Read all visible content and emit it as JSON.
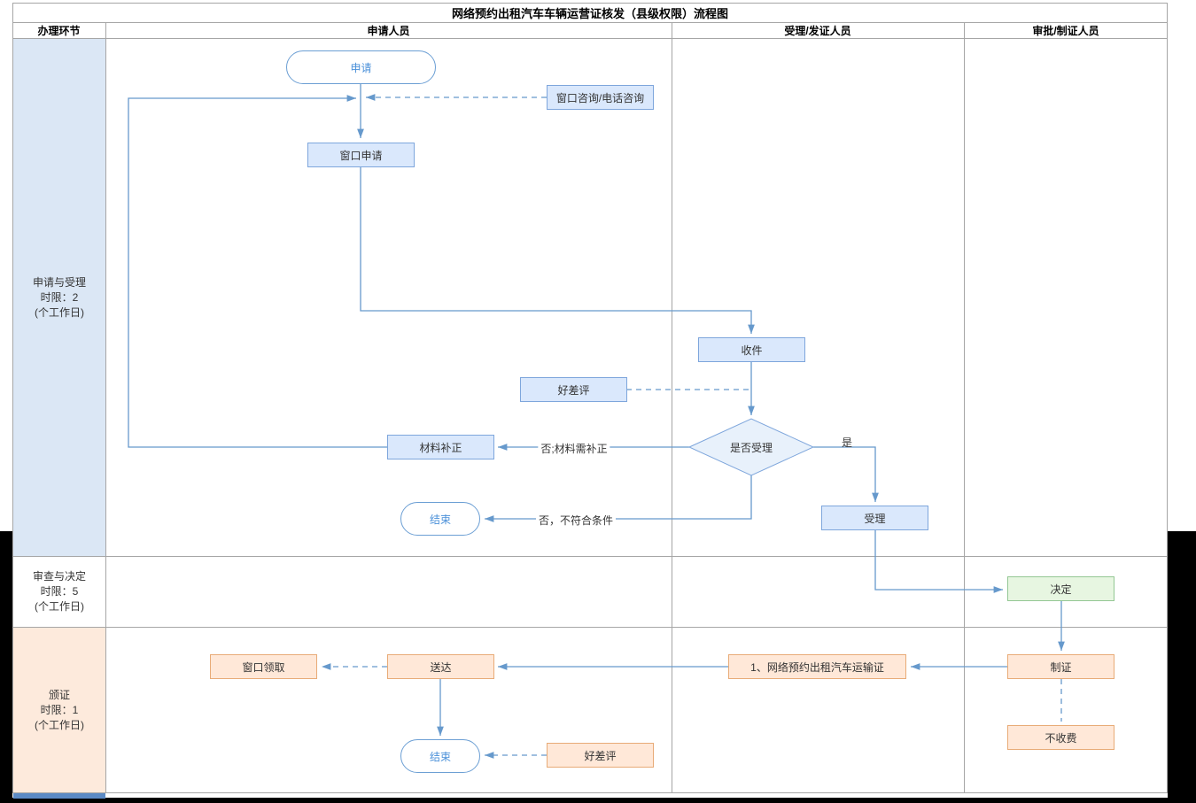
{
  "title": "网络预约出租汽车车辆运营证核发（县级权限）流程图",
  "header": {
    "col0": "办理环节",
    "col1": "申请人员",
    "col2": "受理/发证人员",
    "col3": "审批/制证人员"
  },
  "lanes": [
    {
      "title": "申请与受理",
      "limit": "时限：2",
      "unit": "(个工作日)"
    },
    {
      "title": "审查与决定",
      "limit": "时限：5",
      "unit": "(个工作日)"
    },
    {
      "title": "颁证",
      "limit": "时限：1",
      "unit": "(个工作日)"
    }
  ],
  "nodes": {
    "apply": "申请",
    "window_consult": "窗口咨询/电话咨询",
    "window_apply": "窗口申请",
    "receive": "收件",
    "review1": "好差评",
    "accept_decision": "是否受理",
    "material_correction": "材料补正",
    "end1": "结束",
    "accept": "受理",
    "decision": "决定",
    "make_cert": "制证",
    "no_fee": "不收费",
    "cert_name": "1、网络预约出租汽车运输证",
    "deliver": "送达",
    "window_pickup": "窗口领取",
    "end2": "结束",
    "review2": "好差评"
  },
  "edge_labels": {
    "need_correction": "否;材料需补正",
    "not_qualified": "否，不符合条件",
    "yes": "是"
  },
  "colors": {
    "blue_fill": "#dae8fc",
    "blue_border": "#7ea6dc",
    "diamond_fill": "#e8f1fb",
    "green_fill": "#e7f6e1",
    "green_border": "#94c794",
    "orange_fill": "#ffe8d8",
    "orange_border": "#e8ab77",
    "pill_border": "#6c9fd4",
    "pill_text": "#4a90d9",
    "arrow": "#6699cc",
    "lane1_bg": "#dbe7f5",
    "lane3_bg": "#fdeadc",
    "bottom_strip": "#5b8ac5"
  }
}
